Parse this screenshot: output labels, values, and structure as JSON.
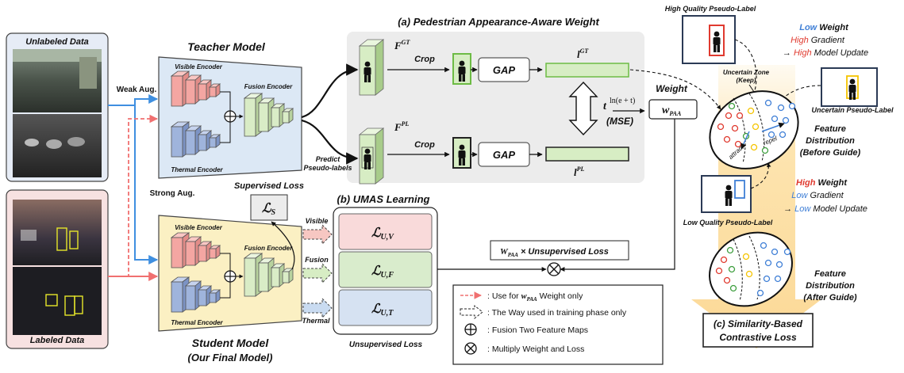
{
  "colors": {
    "visible_encoder": "#f4a6a2",
    "thermal_encoder": "#9fb4dc",
    "fusion_encoder": "#d9ecc6",
    "teacher_bg": "#dce8f5",
    "student_bg": "#fbf0c3",
    "loss_v": "#f9dada",
    "loss_f": "#d9eccc",
    "loss_t": "#d6e2f2",
    "feature_green": "#d7edc4",
    "highlight": "#f5a623",
    "low_blue": "#3f7fd6",
    "high_red": "#e03a2f"
  },
  "inputs": {
    "unlabeled": "Unlabeled Data",
    "labeled": "Labeled Data",
    "weak_aug": "Weak Aug.",
    "strong_aug": "Strong Aug."
  },
  "teacher": {
    "title": "Teacher Model",
    "visible": "Visible Encoder",
    "fusion": "Fusion Encoder",
    "thermal": "Thermal Encoder",
    "predict_1": "Predict",
    "predict_2": "Pseudo-labels"
  },
  "student": {
    "title_1": "Student Model",
    "title_2": "(Our Final Model)",
    "visible": "Visible Encoder",
    "fusion": "Fusion Encoder",
    "thermal": "Thermal Encoder",
    "supervised_loss": "Supervised Loss",
    "ls_main": "ℒ",
    "ls_sub": "S",
    "branch_visible": "Visible",
    "branch_fusion": "Fusion",
    "branch_thermal": "Thermal"
  },
  "paa": {
    "title": "(a) Pedestrian Appearance-Aware Weight",
    "fgt_main": "F",
    "fgt_sup": "GT",
    "fpl_main": "F",
    "fpl_sup": "PL",
    "crop_1": "Crop",
    "crop_2": "Crop",
    "gap_1": "GAP",
    "gap_2": "GAP",
    "lgt_main": "l",
    "lgt_sup": "GT",
    "lpl_main": "l",
    "lpl_sup": "PL",
    "t": "t",
    "ln": "ln(e + t)",
    "mse": "(MSE)",
    "weight": "Weight",
    "w_main": "w",
    "w_sub": "PAA"
  },
  "umas": {
    "title": "(b) UMAS Learning",
    "l_main": "ℒ",
    "lv_sub": "U,V",
    "lf_sub": "U,F",
    "lt_sub": "U,T",
    "unsup_loss": "Unsupervised Loss",
    "wpaa_main": "W",
    "wpaa_sub": "PAA",
    "wpaa_rest": " × Unsupervised Loss"
  },
  "legend": {
    "item1_pre": ": Use for ",
    "item1_w": "w",
    "item1_sub": "PAA",
    "item1_post": " Weight only",
    "item2": ": The Way used in training phase only",
    "item3": ": Fusion Two Feature Maps",
    "item4": ": Multiply Weight and Loss"
  },
  "right": {
    "high_q": "High Quality Pseudo-Label",
    "high_low": "Low",
    "high_weight": " Weight",
    "high_high1": "High",
    "high_gradient": " Gradient",
    "high_arrow": "→ ",
    "high_high2": "High",
    "high_update": " Model Update",
    "uncertain_zone_1": "Uncertain Zone",
    "uncertain_zone_2": "(Keep)",
    "uncertain_pl": "Uncertain Pseudo-Label",
    "attract": "attract",
    "repel": "repel",
    "feat_before_1": "Feature",
    "feat_before_2": "Distribution",
    "feat_before_3": "(Before Guide)",
    "low_high": "High",
    "low_weight": " Weight",
    "low_low1": "Low",
    "low_gradient": " Gradient",
    "low_arrow": "→ ",
    "low_low2": "Low",
    "low_update": " Model Update",
    "low_q": "Low Quality Pseudo-Label",
    "feat_after_1": "Feature",
    "feat_after_2": "Distribution",
    "feat_after_3": "(After Guide)",
    "contrastive_1": "(c) Similarity-Based",
    "contrastive_2": "Contrastive Loss"
  }
}
